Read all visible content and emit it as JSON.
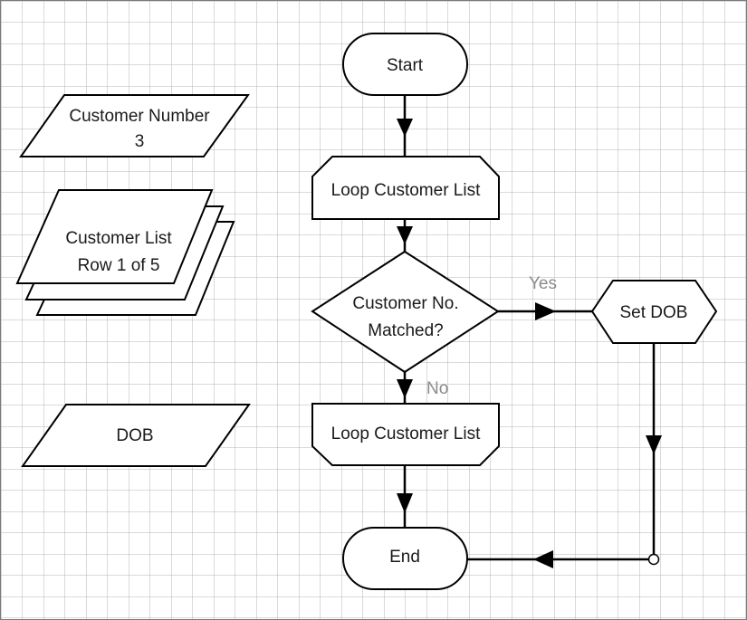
{
  "diagram": {
    "data_items": {
      "customer_number": {
        "line1": "Customer Number",
        "line2": "3"
      },
      "customer_list": {
        "line1": "Customer List",
        "line2": "Row 1 of 5"
      },
      "dob": {
        "label": "DOB"
      }
    },
    "nodes": {
      "start": "Start",
      "loop_top": "Loop Customer List",
      "decision": {
        "line1": "Customer No.",
        "line2": "Matched?"
      },
      "set_dob": "Set DOB",
      "loop_bottom": "Loop Customer List",
      "end": "End"
    },
    "edge_labels": {
      "yes": "Yes",
      "no": "No"
    }
  }
}
